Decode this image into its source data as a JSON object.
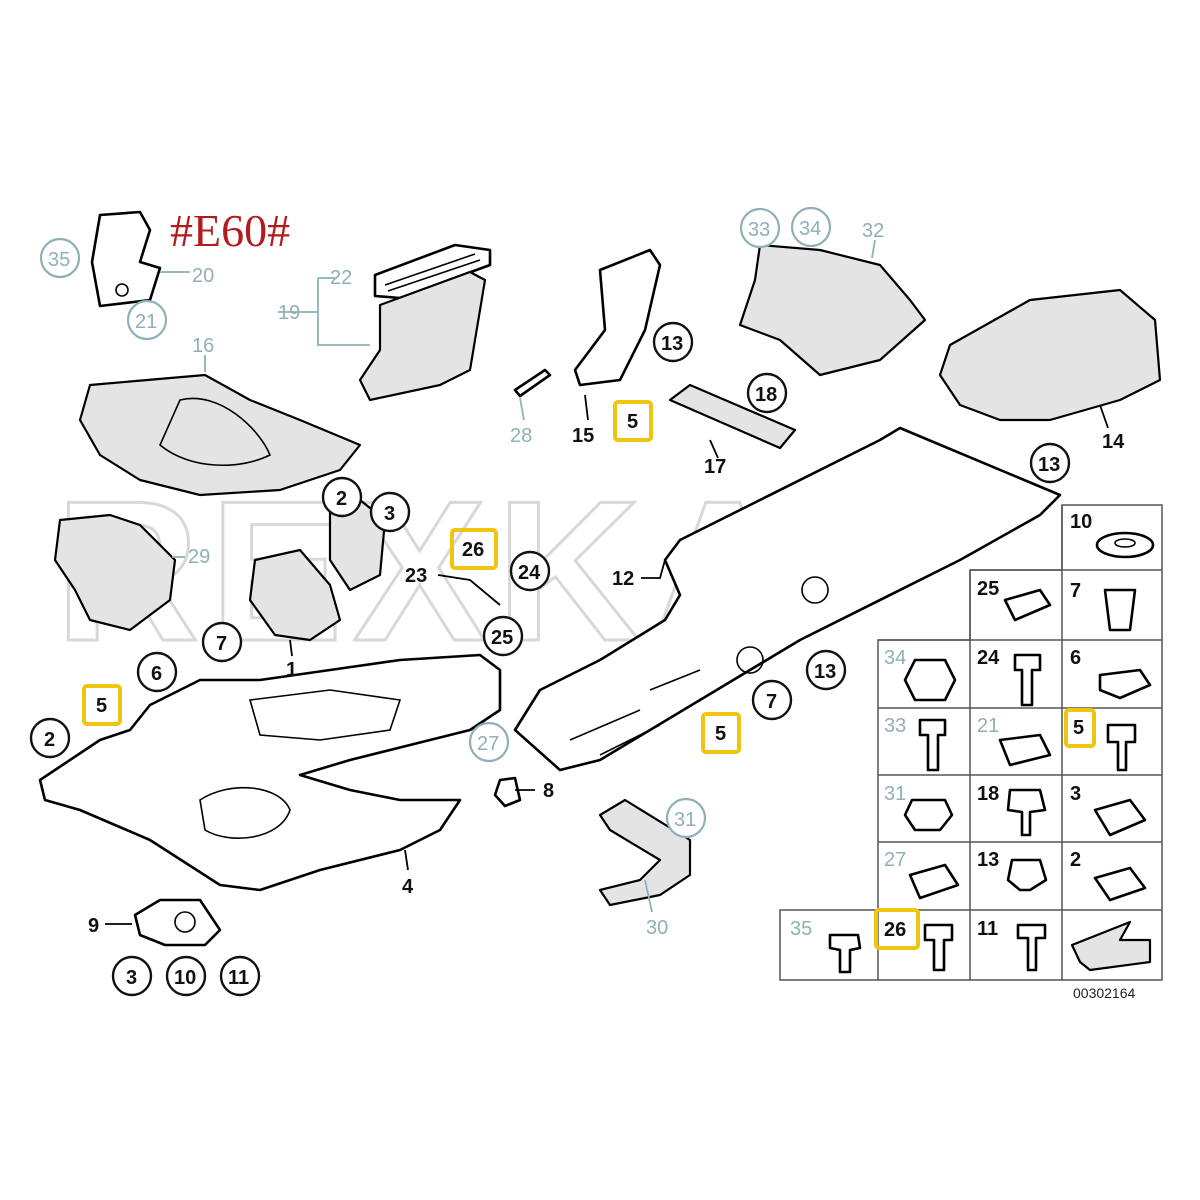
{
  "model_tag": "#E60#",
  "watermark": "REXKA",
  "document_number": "00302164",
  "callouts": [
    {
      "id": "c35",
      "text": "35",
      "style": "circle-grey"
    },
    {
      "id": "c20",
      "text": "20",
      "style": "plain-grey"
    },
    {
      "id": "c21",
      "text": "21",
      "style": "circle-grey"
    },
    {
      "id": "c22",
      "text": "22",
      "style": "plain-grey"
    },
    {
      "id": "c19",
      "text": "19",
      "style": "plain-grey"
    },
    {
      "id": "c16",
      "text": "16",
      "style": "plain-grey"
    },
    {
      "id": "c28",
      "text": "28",
      "style": "plain-grey"
    },
    {
      "id": "c15",
      "text": "15",
      "style": "plain"
    },
    {
      "id": "c5a",
      "text": "5",
      "style": "highlight"
    },
    {
      "id": "c13a",
      "text": "13",
      "style": "circle"
    },
    {
      "id": "c18",
      "text": "18",
      "style": "circle"
    },
    {
      "id": "c17",
      "text": "17",
      "style": "plain"
    },
    {
      "id": "c33",
      "text": "33",
      "style": "circle-grey"
    },
    {
      "id": "c34",
      "text": "34",
      "style": "circle-grey"
    },
    {
      "id": "c32",
      "text": "32",
      "style": "plain-grey"
    },
    {
      "id": "c14",
      "text": "14",
      "style": "plain"
    },
    {
      "id": "c13b",
      "text": "13",
      "style": "circle"
    },
    {
      "id": "c29",
      "text": "29",
      "style": "plain-grey"
    },
    {
      "id": "c2a",
      "text": "2",
      "style": "circle"
    },
    {
      "id": "c3a",
      "text": "3",
      "style": "circle"
    },
    {
      "id": "c1",
      "text": "1",
      "style": "plain"
    },
    {
      "id": "c26a",
      "text": "26",
      "style": "highlight"
    },
    {
      "id": "c23",
      "text": "23",
      "style": "plain"
    },
    {
      "id": "c24",
      "text": "24",
      "style": "circle"
    },
    {
      "id": "c25",
      "text": "25",
      "style": "circle"
    },
    {
      "id": "c12",
      "text": "12",
      "style": "plain"
    },
    {
      "id": "c7a",
      "text": "7",
      "style": "circle"
    },
    {
      "id": "c6",
      "text": "6",
      "style": "circle"
    },
    {
      "id": "c5b",
      "text": "5",
      "style": "highlight"
    },
    {
      "id": "c2b",
      "text": "2",
      "style": "circle"
    },
    {
      "id": "c27",
      "text": "27",
      "style": "circle-grey"
    },
    {
      "id": "c8",
      "text": "8",
      "style": "plain"
    },
    {
      "id": "c5c",
      "text": "5",
      "style": "highlight"
    },
    {
      "id": "c7b",
      "text": "7",
      "style": "circle"
    },
    {
      "id": "c13c",
      "text": "13",
      "style": "circle"
    },
    {
      "id": "c4",
      "text": "4",
      "style": "plain"
    },
    {
      "id": "c31",
      "text": "31",
      "style": "circle-grey"
    },
    {
      "id": "c30",
      "text": "30",
      "style": "plain-grey"
    },
    {
      "id": "c9",
      "text": "9",
      "style": "plain"
    },
    {
      "id": "c3b",
      "text": "3",
      "style": "circle"
    },
    {
      "id": "c10",
      "text": "10",
      "style": "circle"
    },
    {
      "id": "c11",
      "text": "11",
      "style": "circle"
    }
  ],
  "fastener_grid": [
    {
      "id": "g10",
      "text": "10",
      "style": "plain"
    },
    {
      "id": "g25",
      "text": "25",
      "style": "plain"
    },
    {
      "id": "g7",
      "text": "7",
      "style": "plain"
    },
    {
      "id": "g34",
      "text": "34",
      "style": "grey"
    },
    {
      "id": "g24",
      "text": "24",
      "style": "plain"
    },
    {
      "id": "g6",
      "text": "6",
      "style": "plain"
    },
    {
      "id": "g33",
      "text": "33",
      "style": "grey"
    },
    {
      "id": "g21",
      "text": "21",
      "style": "grey"
    },
    {
      "id": "g5",
      "text": "5",
      "style": "highlight"
    },
    {
      "id": "g31",
      "text": "31",
      "style": "grey"
    },
    {
      "id": "g18",
      "text": "18",
      "style": "plain"
    },
    {
      "id": "g3",
      "text": "3",
      "style": "plain"
    },
    {
      "id": "g27",
      "text": "27",
      "style": "grey"
    },
    {
      "id": "g13",
      "text": "13",
      "style": "plain"
    },
    {
      "id": "g2",
      "text": "2",
      "style": "plain"
    },
    {
      "id": "g35",
      "text": "35",
      "style": "grey"
    },
    {
      "id": "g26",
      "text": "26",
      "style": "highlight"
    },
    {
      "id": "g11",
      "text": "11",
      "style": "plain"
    }
  ],
  "colors": {
    "tag_red": "#b31c1c",
    "highlight": "#f1c40f",
    "grey_label": "#8fb0b6"
  }
}
